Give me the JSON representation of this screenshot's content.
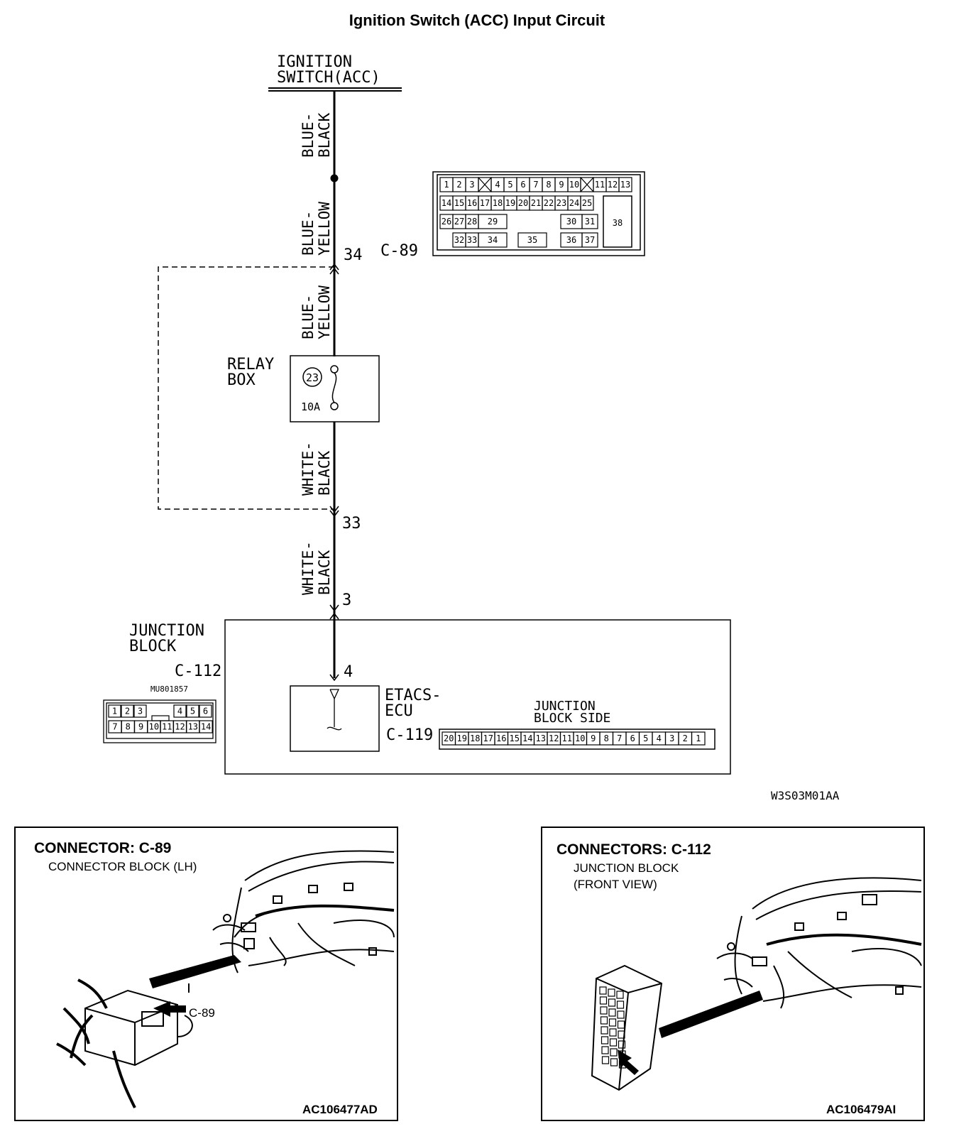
{
  "title": "Ignition Switch (ACC) Input Circuit",
  "ignition_switch": {
    "line1": "IGNITION",
    "line2": "SWITCH(ACC)"
  },
  "wires": {
    "w1": {
      "line1": "BLUE-",
      "line2": "BLACK"
    },
    "w2": {
      "line1": "BLUE-",
      "line2": "YELLOW"
    },
    "w3": {
      "line1": "BLUE-",
      "line2": "YELLOW"
    },
    "w4": {
      "line1": "WHITE-",
      "line2": "BLACK"
    },
    "w5": {
      "line1": "WHITE-",
      "line2": "BLACK"
    }
  },
  "pins": {
    "p34": "34",
    "p33": "33",
    "p3": "3",
    "p4": "4"
  },
  "c89": {
    "label": "C-89",
    "row1": [
      "1",
      "2",
      "3",
      "",
      "4",
      "5",
      "6",
      "7",
      "8",
      "9",
      "10",
      "",
      "11",
      "12",
      "13"
    ],
    "row2": [
      "14",
      "15",
      "16",
      "17",
      "18",
      "19",
      "20",
      "21",
      "22",
      "23",
      "24",
      "25"
    ],
    "row3": [
      "26",
      "27",
      "28",
      "29",
      "30",
      "31"
    ],
    "row4": [
      "32",
      "33",
      "34",
      "35",
      "36",
      "37"
    ],
    "big": "38"
  },
  "relay_box": {
    "line1": "RELAY",
    "line2": "BOX",
    "fuse_no": "23",
    "rating": "10A"
  },
  "junction_block": {
    "line1": "JUNCTION",
    "line2": "BLOCK",
    "connector": "C-112",
    "part_no": "MU801857"
  },
  "c112": {
    "row1": [
      "1",
      "2",
      "3",
      "4",
      "5",
      "6"
    ],
    "row2": [
      "7",
      "8",
      "9",
      "10",
      "11",
      "12",
      "13",
      "14"
    ]
  },
  "etacs": {
    "line1": "ETACS-",
    "line2": "ECU",
    "connector": "C-119"
  },
  "jb_side": {
    "line1": "JUNCTION",
    "line2": "BLOCK SIDE",
    "pins": [
      "20",
      "19",
      "18",
      "17",
      "16",
      "15",
      "14",
      "13",
      "12",
      "11",
      "10",
      "9",
      "8",
      "7",
      "6",
      "5",
      "4",
      "3",
      "2",
      "1"
    ]
  },
  "diagram_code": "W3S03M01AA",
  "panel_left": {
    "title": "CONNECTOR: C-89",
    "subtitle": "CONNECTOR BLOCK (LH)",
    "arrow_label": "C-89",
    "code": "AC106477AD"
  },
  "panel_right": {
    "title": "CONNECTORS: C-112",
    "subtitle1": "JUNCTION BLOCK",
    "subtitle2": "(FRONT VIEW)",
    "code": "AC106479AI"
  }
}
